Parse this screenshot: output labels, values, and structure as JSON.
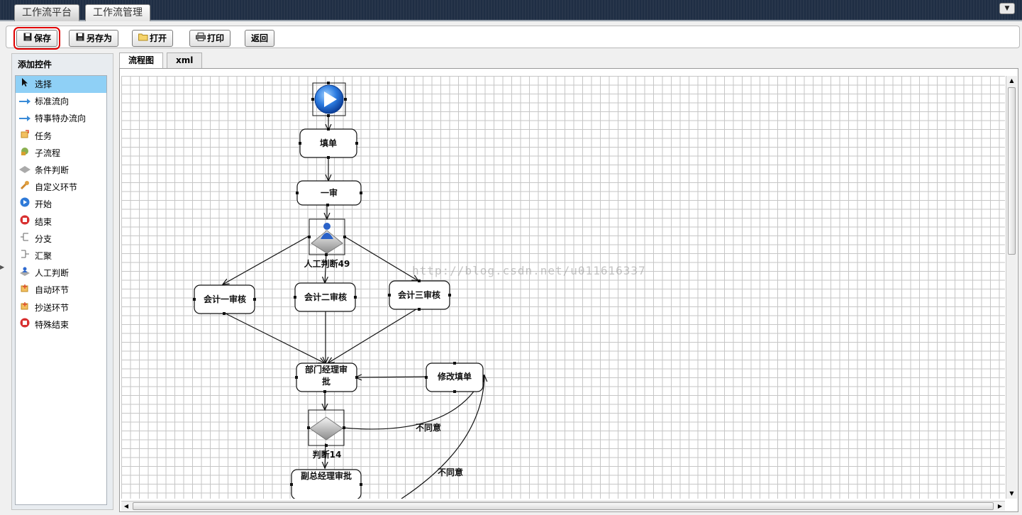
{
  "window": {
    "tabs": [
      {
        "label": "工作流平台",
        "active": false
      },
      {
        "label": "工作流管理",
        "active": true
      }
    ],
    "menu_icon": "chevron-down-icon"
  },
  "toolbar": {
    "save_label": "保存",
    "save_as_label": "另存为",
    "open_label": "打开",
    "print_label": "打印",
    "back_label": "返回"
  },
  "palette": {
    "title": "添加控件",
    "items": [
      {
        "label": "选择",
        "icon": "cursor-icon",
        "selected": true
      },
      {
        "label": "标准流向",
        "icon": "arrow-right-icon"
      },
      {
        "label": "特事特办流向",
        "icon": "arrow-right-icon"
      },
      {
        "label": "任务",
        "icon": "task-icon"
      },
      {
        "label": "子流程",
        "icon": "subprocess-icon"
      },
      {
        "label": "条件判断",
        "icon": "diamond-icon"
      },
      {
        "label": "自定义环节",
        "icon": "wrench-icon"
      },
      {
        "label": "开始",
        "icon": "play-icon"
      },
      {
        "label": "结束",
        "icon": "stop-icon"
      },
      {
        "label": "分支",
        "icon": "fork-icon"
      },
      {
        "label": "汇聚",
        "icon": "join-icon"
      },
      {
        "label": "人工判断",
        "icon": "person-diamond-icon"
      },
      {
        "label": "自动环节",
        "icon": "auto-icon"
      },
      {
        "label": "抄送环节",
        "icon": "cc-icon"
      },
      {
        "label": "特殊结束",
        "icon": "stop-icon"
      }
    ]
  },
  "canvas_tabs": [
    {
      "label": "流程图",
      "active": true
    },
    {
      "label": "xml",
      "active": false
    }
  ],
  "diagram": {
    "nodes": {
      "fill_form": "填单",
      "first_review": "一审",
      "manual_decision": "人工判断49",
      "accountant_1": "会计一审核",
      "accountant_2": "会计二审核",
      "accountant_3": "会计三审核",
      "dept_manager_line1": "部门经理审",
      "dept_manager_line2": "批",
      "modify_form": "修改填单",
      "decision": "判断14",
      "vice_manager": "副总经理审批"
    },
    "edge_labels": {
      "disagree_1": "不同意",
      "disagree_2": "不同意"
    },
    "watermark": "http://blog.csdn.net/u011616337"
  },
  "colors": {
    "selected_item": "#8fd0f6",
    "highlight_outline": "#e00000",
    "header_bg": "#1f2e44"
  }
}
